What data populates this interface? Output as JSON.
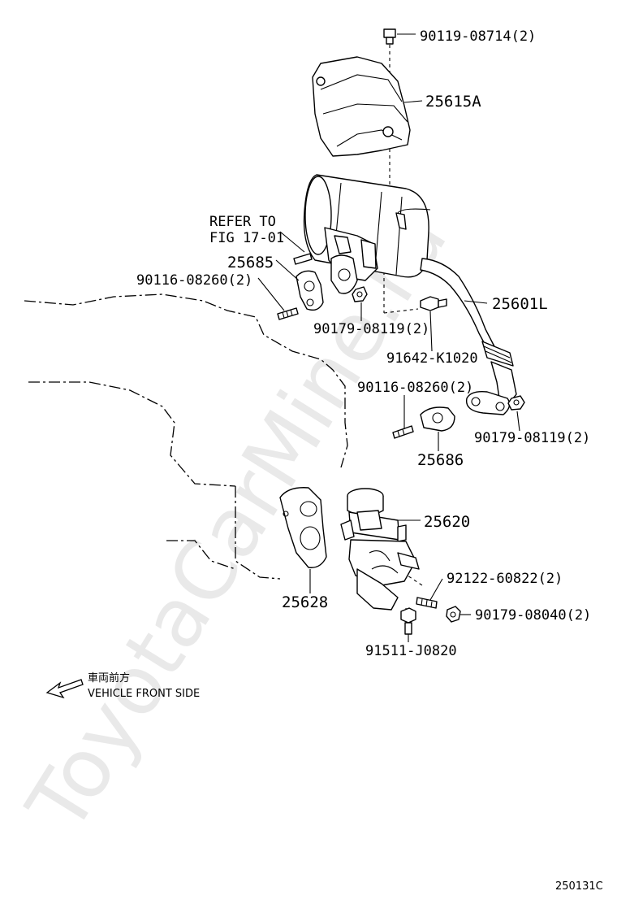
{
  "watermark": "ToyotaCarMine.ru",
  "callouts": {
    "bolt_top": "90119-08714(2)",
    "heat_insulator": "25615A",
    "refer_line1": "REFER TO",
    "refer_line2": "FIG 17-01",
    "gasket_25685": "25685",
    "stud_left": "90116-08260(2)",
    "egr_cooler": "25601L",
    "nut_cooler": "90179-08119(2)",
    "clamp_bolt": "91642-K1020",
    "stud_mid": "90116-08260(2)",
    "nut_pipe": "90179-08119(2)",
    "gasket_25686": "25686",
    "egr_valve": "25620",
    "gasket_25628": "25628",
    "stud_valve": "92122-60822(2)",
    "nut_valve": "90179-08040(2)",
    "bolt_valve": "91511-J0820"
  },
  "legend": {
    "japanese": "車両前方",
    "english": "VEHICLE FRONT SIDE"
  },
  "figure_code": "250131C"
}
